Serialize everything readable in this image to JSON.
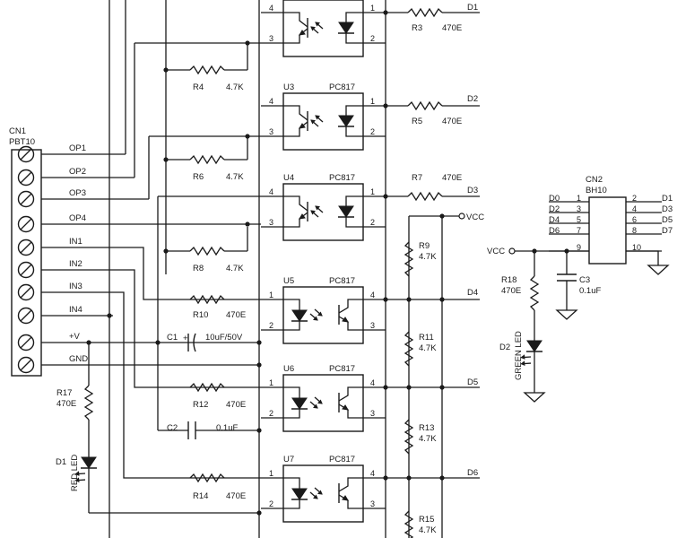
{
  "connector_cn1": {
    "ref": "CN1",
    "part": "PBT10",
    "pins": [
      "OP1",
      "OP2",
      "OP3",
      "OP4",
      "IN1",
      "IN2",
      "IN3",
      "IN4",
      "+V",
      "GND"
    ]
  },
  "optocouplers": [
    {
      "ref": "",
      "part": ""
    },
    {
      "ref": "U3",
      "part": "PC817"
    },
    {
      "ref": "U4",
      "part": "PC817"
    },
    {
      "ref": "U5",
      "part": "PC817"
    },
    {
      "ref": "U6",
      "part": "PC817"
    },
    {
      "ref": "U7",
      "part": "PC817"
    }
  ],
  "resistors": [
    {
      "ref": "R3",
      "value": "470E"
    },
    {
      "ref": "R4",
      "value": "4.7K"
    },
    {
      "ref": "R5",
      "value": "470E"
    },
    {
      "ref": "R6",
      "value": "4.7K"
    },
    {
      "ref": "R7",
      "value": "470E"
    },
    {
      "ref": "R8",
      "value": "4.7K"
    },
    {
      "ref": "R9",
      "value": "4.7K"
    },
    {
      "ref": "R10",
      "value": "470E"
    },
    {
      "ref": "R11",
      "value": "4.7K"
    },
    {
      "ref": "R12",
      "value": "470E"
    },
    {
      "ref": "R13",
      "value": "4.7K"
    },
    {
      "ref": "R14",
      "value": "470E"
    },
    {
      "ref": "R15",
      "value": "4.7K"
    },
    {
      "ref": "R17",
      "value": "470E"
    },
    {
      "ref": "R18",
      "value": "470E"
    }
  ],
  "capacitors": [
    {
      "ref": "C1",
      "value": "10uF/50V"
    },
    {
      "ref": "C2",
      "value": "0.1uF"
    },
    {
      "ref": "C3",
      "value": "0.1uF"
    }
  ],
  "leds": [
    {
      "ref": "D1",
      "label": "RED LED"
    },
    {
      "ref": "D2",
      "label": "GREEN LED"
    }
  ],
  "nets": {
    "D1": "D1",
    "D2": "D2",
    "D3": "D3",
    "D4": "D4",
    "D5": "D5",
    "D6": "D6",
    "vcc": "VCC",
    "plus": "+"
  },
  "connector_cn2": {
    "ref": "CN2",
    "part": "BH10",
    "left_nets": [
      "D0",
      "D2",
      "D4",
      "D6"
    ],
    "right_nets": [
      "D1",
      "D3",
      "D5",
      "D7"
    ],
    "pins_left": [
      "1",
      "3",
      "5",
      "7",
      "9"
    ],
    "pins_right": [
      "2",
      "4",
      "6",
      "8",
      "10"
    ]
  },
  "pin_numbers": [
    "1",
    "2",
    "3",
    "4"
  ]
}
